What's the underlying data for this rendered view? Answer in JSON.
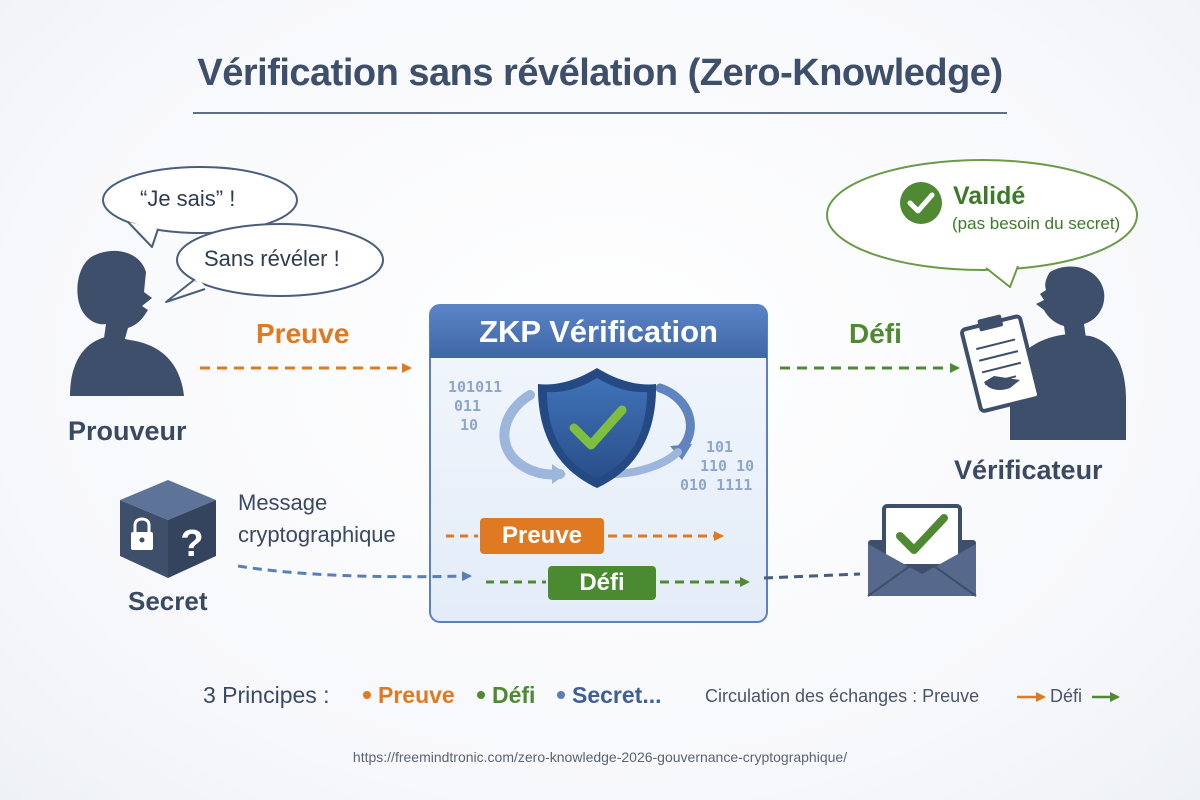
{
  "title": "Vérification sans révélation (Zero-Knowledge)",
  "prover": {
    "bubble_1": "“Je sais” !",
    "bubble_2": "Sans révéler !",
    "label": "Prouveur"
  },
  "verifier": {
    "status": "Validé",
    "status_note": "(pas besoin du secret)",
    "label": "Vérificateur"
  },
  "flows": {
    "proof_label": "Preuve",
    "challenge_label": "Défi"
  },
  "secret": {
    "label": "Secret",
    "message_line_1": "Message",
    "message_line_2": "cryptographique"
  },
  "zkp_box": {
    "title": "ZKP Vérification",
    "binary_left": [
      "101011",
      "011",
      "10"
    ],
    "binary_right": [
      "101",
      "110 10",
      "010 1111"
    ],
    "pill_proof": "Preuve",
    "pill_challenge": "Défi"
  },
  "footer": {
    "principles_label": "3 Principes :",
    "principle_1": "Preuve",
    "principle_2": "Défi",
    "principle_3": "Secret...",
    "exchange_label": "Circulation des échanges : Preuve",
    "exchange_end": "Défi"
  },
  "url": "https://freemindtronic.com/zero-knowledge-2026-gouvernance-cryptographique/",
  "colors": {
    "orange": "#e07a22",
    "green": "#4f8a33",
    "navy": "#3e4f6b",
    "blue": "#5a7fb8",
    "box_header": "#4a72b5"
  },
  "icons": [
    "person-speaking-icon",
    "verifier-clipboard-icon",
    "checkmark-circle-icon",
    "shield-check-icon",
    "lock-question-cube-icon",
    "envelope-check-icon"
  ]
}
